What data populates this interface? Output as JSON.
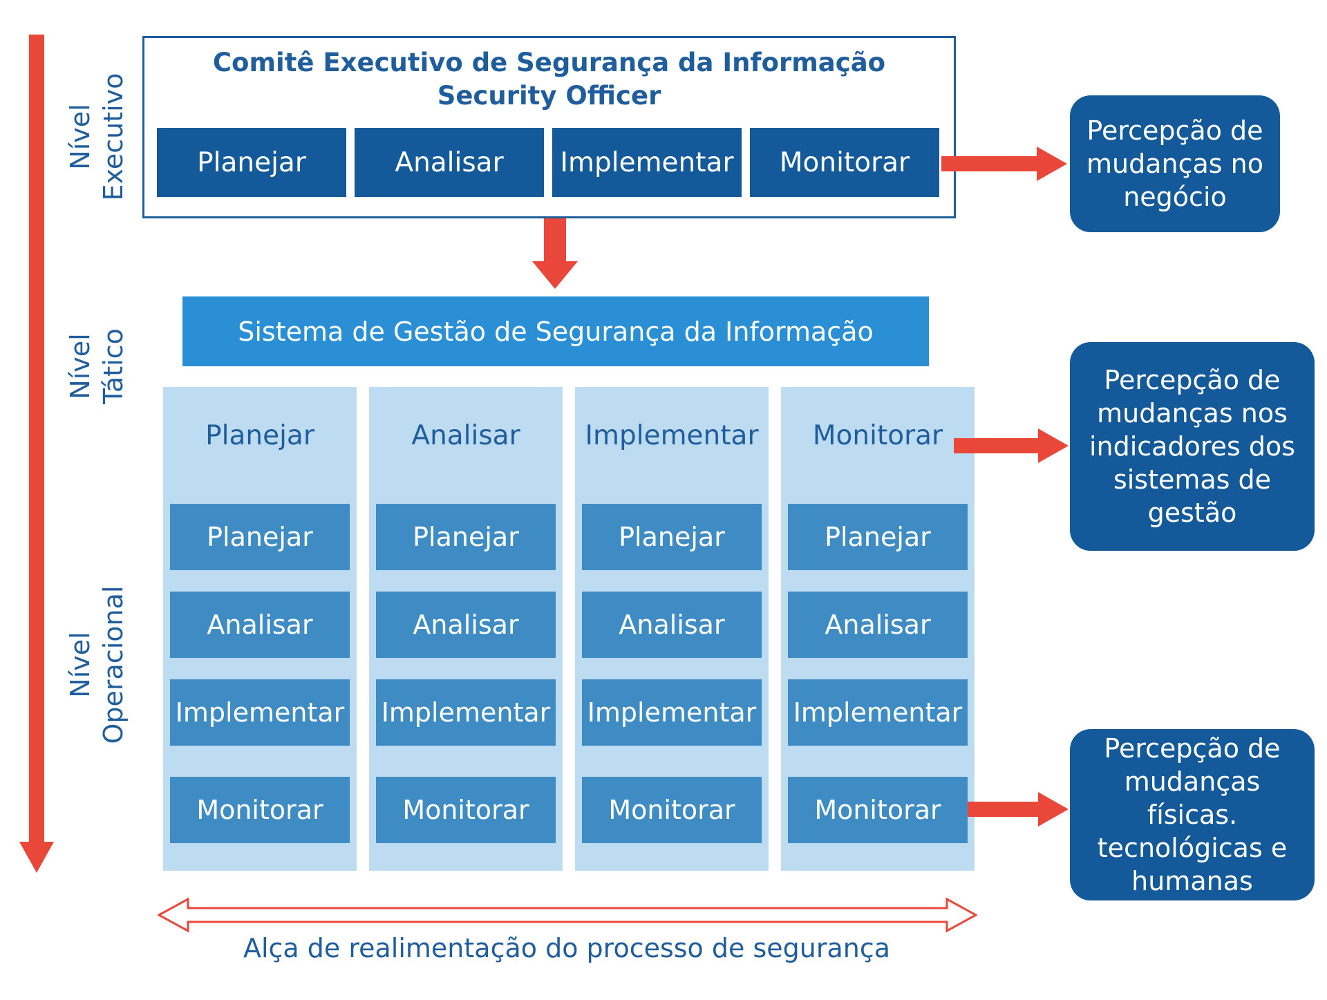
{
  "levels": {
    "executive": [
      "Nível",
      "Executivo"
    ],
    "tactical": [
      "Nível",
      "Tático"
    ],
    "operational": [
      "Nível",
      "Operacional"
    ]
  },
  "executive": {
    "title_line1": "Comitê Executivo de Segurança da Informação",
    "title_line2": "Security Officer",
    "steps": [
      "Planejar",
      "Analisar",
      "Implementar",
      "Monitorar"
    ]
  },
  "tactical": {
    "bar_label": "Sistema de Gestão de Segurança da Informação",
    "columns": [
      {
        "header": "Planejar",
        "steps": [
          "Planejar",
          "Analisar",
          "Implementar",
          "Monitorar"
        ]
      },
      {
        "header": "Analisar",
        "steps": [
          "Planejar",
          "Analisar",
          "Implementar",
          "Monitorar"
        ]
      },
      {
        "header": "Implementar",
        "steps": [
          "Planejar",
          "Analisar",
          "Implementar",
          "Monitorar"
        ]
      },
      {
        "header": "Monitorar",
        "steps": [
          "Planejar",
          "Analisar",
          "Implementar",
          "Monitorar"
        ]
      }
    ]
  },
  "perceptions": {
    "business": [
      "Percepção de",
      "mudanças no",
      "negócio"
    ],
    "indicators": [
      "Percepção de",
      "mudanças nos",
      "indicadores dos",
      "sistemas de",
      "gestão"
    ],
    "physical": [
      "Percepção de",
      "mudanças físicas.",
      "tecnológicas e",
      "humanas"
    ]
  },
  "footer": {
    "feedback_label": "Alça de realimentação do processo de segurança"
  },
  "colors": {
    "dark_blue": "#145a9b",
    "mid_blue": "#3f8cc4",
    "bright_blue": "#2a8fd4",
    "light_blue": "#bddcf2",
    "arrow_red": "#e8473a",
    "text_blue": "#1f5d9c"
  }
}
